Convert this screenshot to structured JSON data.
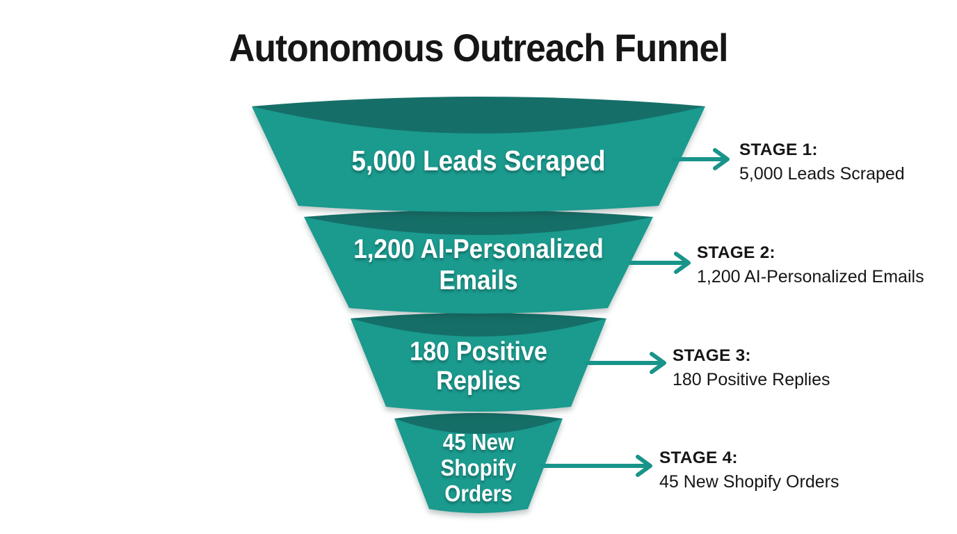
{
  "title": "Autonomous Outreach Funnel",
  "colors": {
    "background": "#ffffff",
    "funnel_body": "#1b9a8e",
    "funnel_lip": "#156f68",
    "arrow": "#18948a",
    "heading_text": "#161616",
    "funnel_text": "#ffffff"
  },
  "funnel": {
    "stages": [
      {
        "value": 5000,
        "label_lines": [
          "5,000 Leads Scraped"
        ],
        "annotation": {
          "title": "STAGE 1:",
          "caption": "5,000 Leads Scraped"
        }
      },
      {
        "value": 1200,
        "label_lines": [
          "1,200 AI-Personalized",
          "Emails"
        ],
        "annotation": {
          "title": "STAGE 2:",
          "caption": "1,200 AI-Personalized Emails"
        }
      },
      {
        "value": 180,
        "label_lines": [
          "180 Positive",
          "Replies"
        ],
        "annotation": {
          "title": "STAGE 3:",
          "caption": "180 Positive Replies"
        }
      },
      {
        "value": 45,
        "label_lines": [
          "45 New",
          "Shopify",
          "Orders"
        ],
        "annotation": {
          "title": "STAGE 4:",
          "caption": "45 New Shopify Orders"
        }
      }
    ]
  },
  "chart_data": {
    "type": "funnel",
    "title": "Autonomous Outreach Funnel",
    "categories": [
      "Leads Scraped",
      "AI-Personalized Emails",
      "Positive Replies",
      "New Shopify Orders"
    ],
    "values": [
      5000,
      1200,
      180,
      45
    ],
    "stage_names": [
      "STAGE 1:",
      "STAGE 2:",
      "STAGE 3:",
      "STAGE 4:"
    ],
    "annotations": [
      "5,000 Leads Scraped",
      "1,200 AI-Personalized Emails",
      "180 Positive Replies",
      "45 New Shopify Orders"
    ],
    "legend_position": "right-arrows",
    "grid": false
  }
}
